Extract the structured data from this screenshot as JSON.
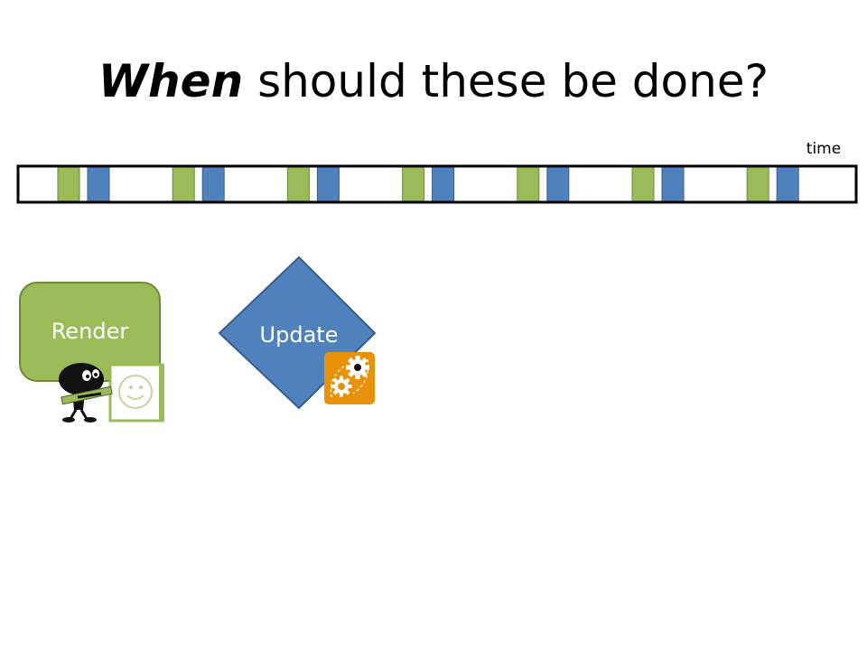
{
  "slide": {
    "title_emphasis": "When",
    "title_rest": " should these be done?",
    "time_label": "time"
  },
  "timeline": {
    "green_color": "#9bbb59",
    "blue_color": "#4f81bd",
    "pairs": 7
  },
  "nodes": {
    "render_label": "Render",
    "update_label": "Update",
    "render_color": "#9bbb59",
    "update_color": "#4f81bd"
  },
  "icons": {
    "render": "drawing-character-icon",
    "update": "gears-icon",
    "update_icon_color": "#e8920c"
  }
}
